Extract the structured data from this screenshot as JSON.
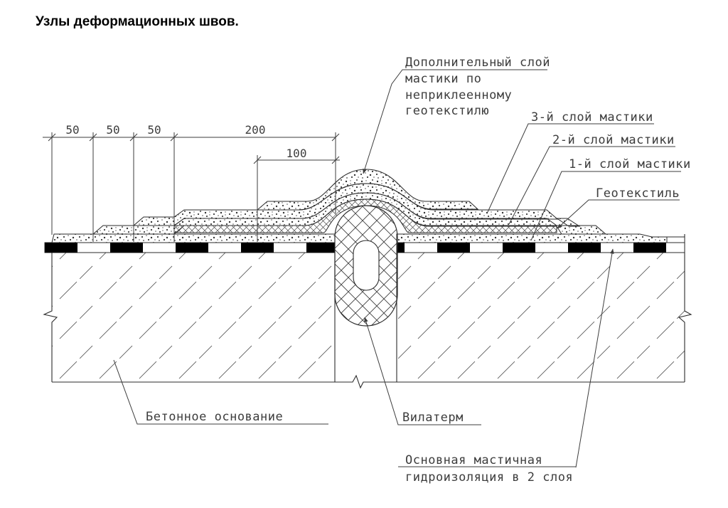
{
  "page": {
    "title": "Узлы деформационных швов."
  },
  "drawing": {
    "dimensions": {
      "dim50_1": "50",
      "dim50_2": "50",
      "dim50_3": "50",
      "dim200": "200",
      "dim100": "100"
    },
    "callouts": {
      "additional_mastic": {
        "line1": "Дополнительный слой",
        "line2": "мастики по",
        "line3": "неприклеенному",
        "line4": "геотекстилю"
      },
      "mastic_layer_3": "3-й слой мастики",
      "mastic_layer_2": "2-й слой мастики",
      "mastic_layer_1": "1-й слой мастики",
      "geotextile": "Геотекстиль",
      "concrete_base": "Бетонное основание",
      "vilaterm": "Вилатерм",
      "main_waterproofing": {
        "line1": "Основная мастичная",
        "line2": "гидроизоляция в 2 слоя"
      }
    },
    "colors": {
      "line": "#2b2b2b",
      "text": "#3d3d3d",
      "background": "#ffffff",
      "fill_black": "#000000"
    }
  }
}
